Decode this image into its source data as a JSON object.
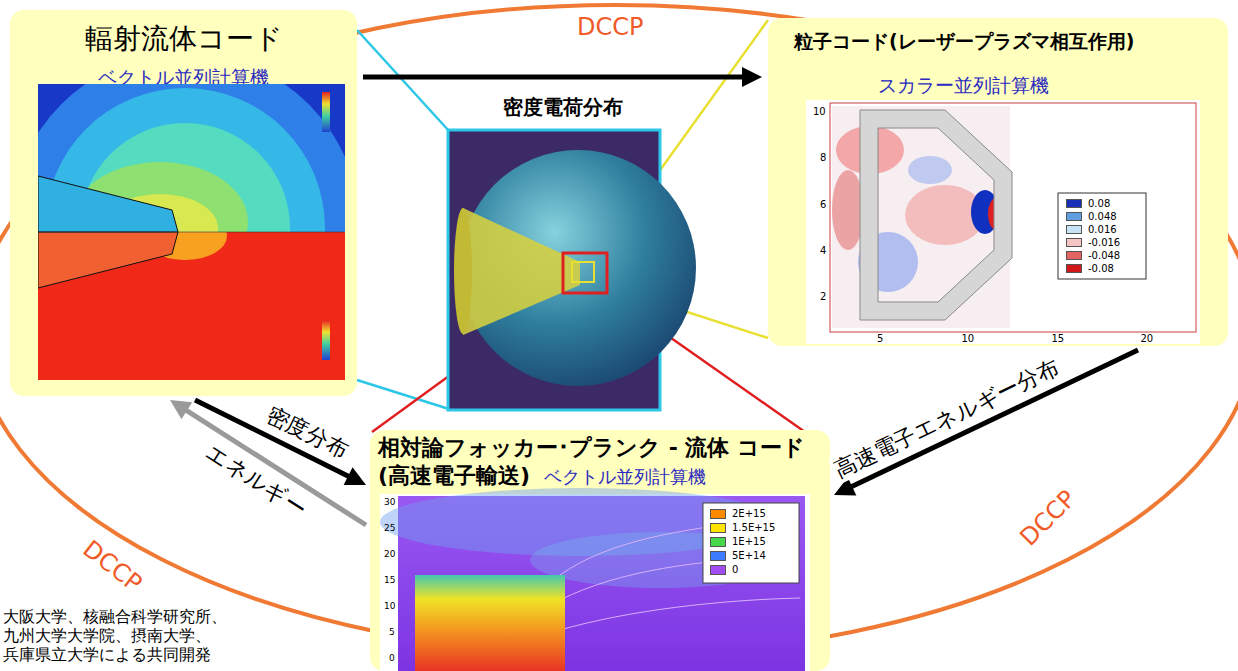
{
  "diagram": {
    "nodes": [
      {
        "text": [
          "輻射流体コード",
          "ベクトル並列計算機"
        ]
      },
      {
        "text": [
          "粒子コード(レーザープラズマ相互作用)",
          "スカラー並列計算機"
        ]
      },
      {
        "text": [
          "相対論フォッカー･プランク - 流体 コード(高速電子輸送)",
          "ベクトル並列計算機"
        ]
      }
    ],
    "edges": [
      {
        "from": 0,
        "to": 1,
        "label": "密度電荷分布",
        "arrow": "to"
      },
      {
        "from": 0,
        "to": 2,
        "label": "密度分布",
        "arrow": "to"
      },
      {
        "from": 2,
        "to": 0,
        "label": "エネルギー",
        "arrow": "to"
      },
      {
        "from": 1,
        "to": 2,
        "label": "高速電子エネルギー分布",
        "arrow": "to"
      }
    ],
    "labels": [
      "DCCP",
      "DCCP",
      "DCCP",
      "大阪大学、核融合科学研究所、 九州大学大学院、摂南大学、 兵庫県立大学による共同開発",
      "10",
      "8",
      "6",
      "4",
      "2",
      "5",
      "10",
      "15",
      "20",
      "30",
      "25",
      "20",
      "15",
      "10",
      "5",
      "0"
    ],
    "legend": [
      {
        "text": "0.08",
        "color": "#1a2fb8"
      },
      {
        "text": "0.048",
        "color": "#5f9fe0"
      },
      {
        "text": "0.016",
        "color": "#c8e4f4"
      },
      {
        "text": "-0.016",
        "color": "#f6c6c6"
      },
      {
        "text": "-0.048",
        "color": "#e46464"
      },
      {
        "text": "-0.08",
        "color": "#d01818"
      },
      {
        "text": "2E+15",
        "color": "#ff8a00"
      },
      {
        "text": "1.5E+15",
        "color": "#ffe400"
      },
      {
        "text": "1E+15",
        "color": "#44d84a"
      },
      {
        "text": "5E+14",
        "color": "#3d7cff"
      },
      {
        "text": "0",
        "color": "#a24cf2"
      }
    ]
  }
}
